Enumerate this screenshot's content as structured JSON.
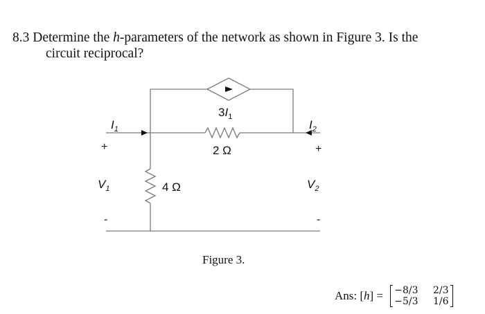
{
  "problem": {
    "number": "8.3",
    "line1_pre": "Determine the ",
    "h_symbol": "h",
    "line1_post": "-parameters of the network as shown in Figure 3.  Is the",
    "line2": "circuit reciprocal?"
  },
  "circuit": {
    "i1_main": "I",
    "i1_sub": "1",
    "i2_main": "I",
    "i2_sub": "2",
    "v1_main": "V",
    "v1_sub": "1",
    "v2_main": "V",
    "v2_sub": "2",
    "plus": "+",
    "minus": "-",
    "source_gain": "3",
    "source_var": "I",
    "source_sub": "1",
    "r_series": "2 Ω",
    "r_shunt": "4 Ω"
  },
  "figure_caption": "Figure 3.",
  "answer": {
    "label": "Ans: [",
    "h_symbol": "h",
    "label_post": "] = ",
    "matrix": [
      [
        "−8/3",
        "2/3"
      ],
      [
        "−5/3",
        "1/6"
      ]
    ]
  }
}
